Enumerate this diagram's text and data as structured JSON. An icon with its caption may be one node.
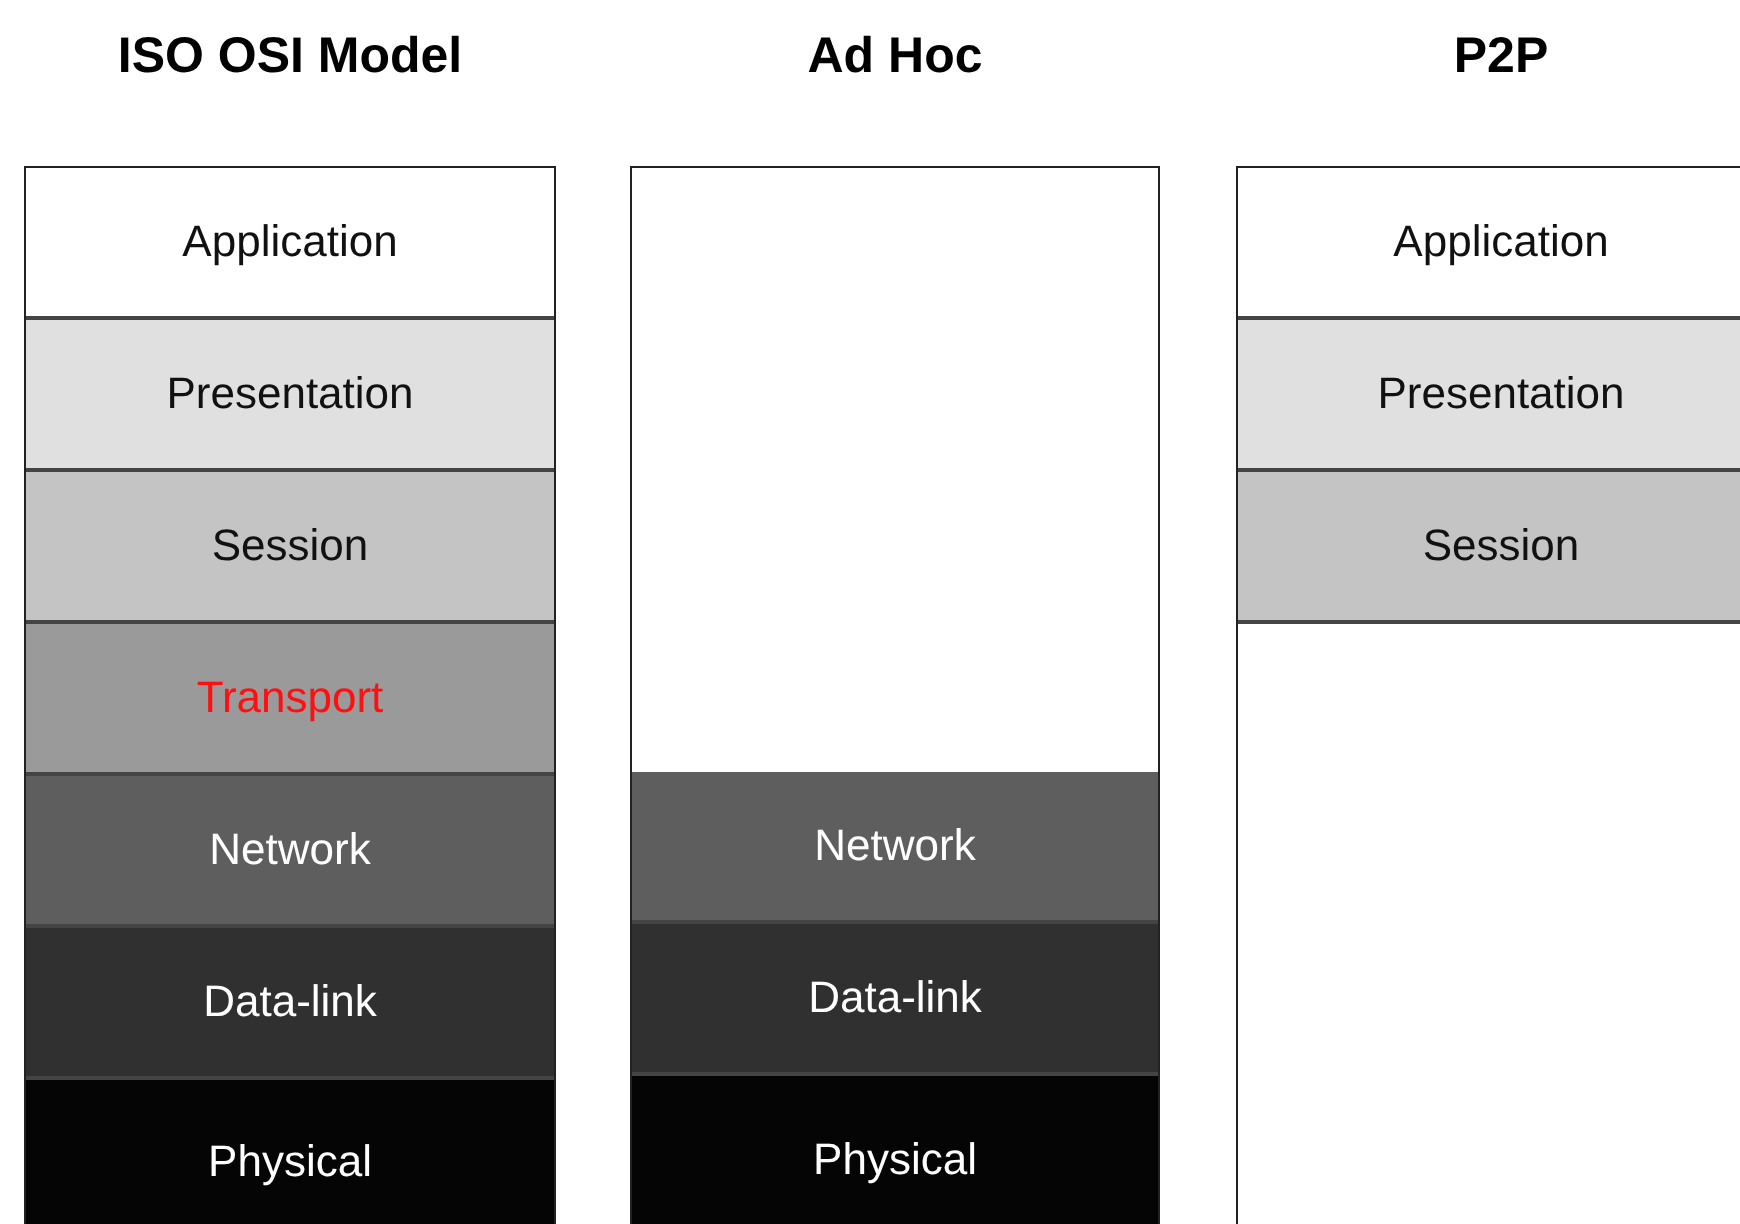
{
  "diagram": {
    "nodes": [
      {
        "text": [
          "ISO OSI Model"
        ]
      },
      {
        "text": [
          "Application"
        ],
        "in": 0
      },
      {
        "text": [
          "Presentation"
        ],
        "in": 0
      },
      {
        "text": [
          "Session"
        ],
        "in": 0
      },
      {
        "text": [
          "Transport"
        ],
        "in": 0
      },
      {
        "text": [
          "Network"
        ],
        "in": 0
      },
      {
        "text": [
          "Data-link"
        ],
        "in": 0
      },
      {
        "text": [
          "Physical"
        ],
        "in": 0
      },
      {
        "text": [
          "Ad Hoc"
        ]
      },
      {
        "text": [
          "Network"
        ],
        "in": 8
      },
      {
        "text": [
          "Data-link"
        ],
        "in": 8
      },
      {
        "text": [
          "Physical"
        ],
        "in": 8
      },
      {
        "text": [
          "P2P"
        ]
      },
      {
        "text": [
          "Application"
        ],
        "in": 12
      },
      {
        "text": [
          "Presentation"
        ],
        "in": 12
      },
      {
        "text": [
          "Session"
        ],
        "in": 12
      }
    ]
  }
}
